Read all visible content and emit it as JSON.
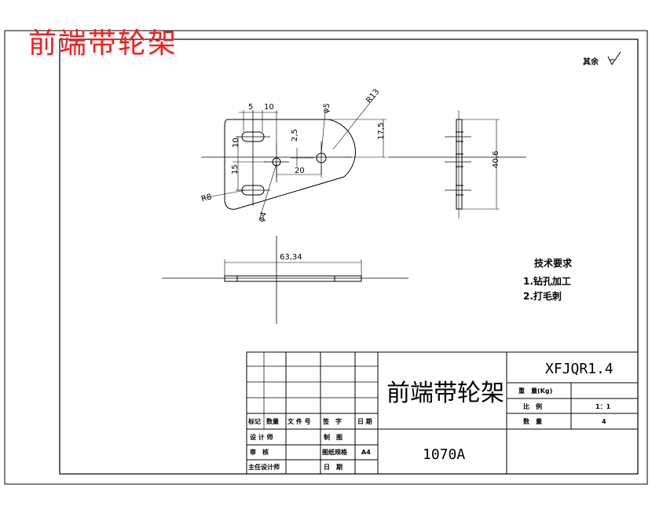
{
  "header": {
    "red_title": "前端带轮架",
    "roughness_note": "其余"
  },
  "dimensions": {
    "d_5": "5",
    "d_10_top": "10",
    "d_phi5": "φ5",
    "d_r13": "R13",
    "d_10_left": "10",
    "d_2_5": "2,5",
    "d_17_5": "17,5",
    "d_15": "15",
    "d_20": "20",
    "d_r8": "R8",
    "d_phi4": "φ4",
    "d_40_6": "40,6",
    "d_63_34": "63,34"
  },
  "tech_requirements": {
    "title": "技术要求",
    "items": [
      "1.钻孔加工",
      "2.打毛刺"
    ]
  },
  "title_block": {
    "part_name": "前端带轮架",
    "material": "1070A",
    "drawing_no": "XFJQR1.4",
    "weight_label": "重　量(Kg)",
    "scale_label": "比　例",
    "scale_value": "1：1",
    "qty_label": "数　量",
    "qty_value": "4",
    "col_mark": "标记",
    "col_count": "数量",
    "col_file": "文 件 号",
    "col_sign": "签　字",
    "col_date": "日 期",
    "designer": "设 计 师",
    "drafter": "制　图",
    "reviewer": "审　核",
    "paper_label": "图纸规格",
    "paper_value": "A4",
    "chief": "主任设计师",
    "date_label": "日　期"
  }
}
